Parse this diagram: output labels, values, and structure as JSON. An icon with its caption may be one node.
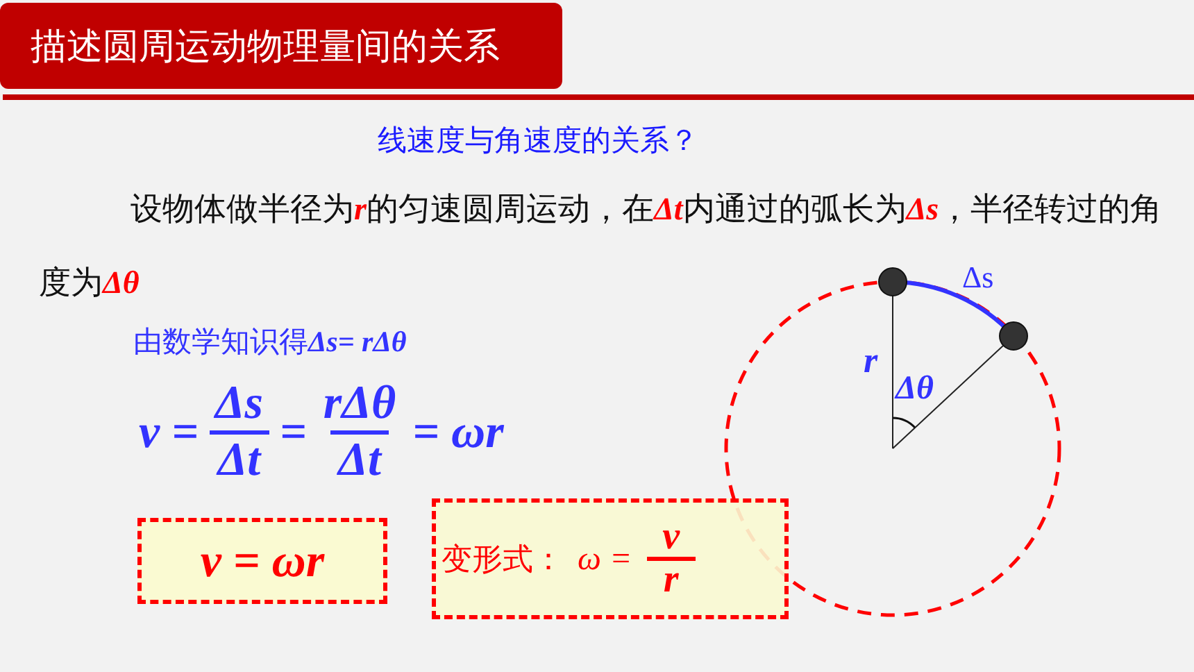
{
  "diagram": {
    "nodes": [
      {
        "text": [
          "描述圆周运动物理量间的关系"
        ]
      },
      {
        "text": [
          "v = ωr"
        ]
      },
      {
        "text": [
          "变形式：",
          "ω =",
          "v",
          "r"
        ]
      }
    ],
    "labels": [
      "线速度与角速度的关系？",
      "设物体做半径为**r**的匀速圆周运动，在**Δt**内通过的弧长为**Δs**，半径转过的角度为**Δθ**",
      "由数学知识得**Δs= rΔθ**",
      "v =",
      "Δs",
      "Δt",
      "=",
      "rΔθ",
      "Δt",
      "= ωr",
      "Δs",
      "r",
      "Δθ"
    ]
  }
}
